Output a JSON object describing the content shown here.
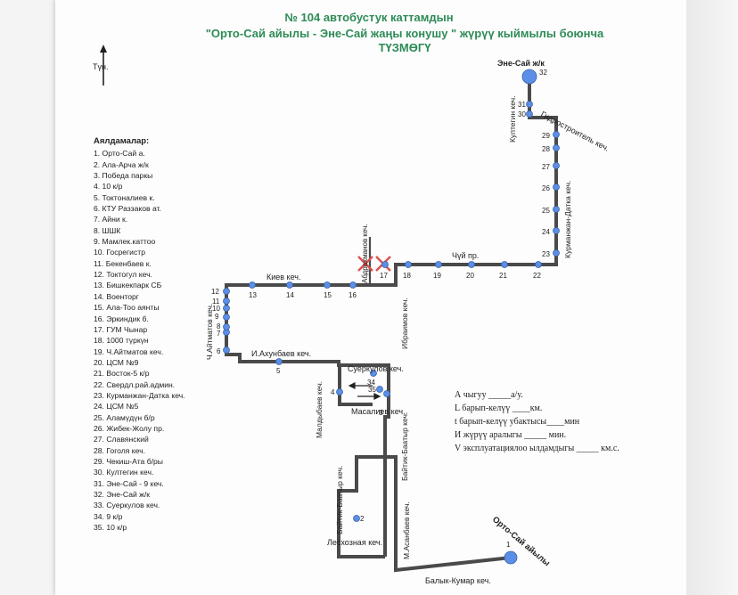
{
  "title": {
    "line1": "№ 104  автобустук каттамдын",
    "line2": "\"Орто-Сай айылы - Эне-Сай жаңы конушу \" жүрүү кыймылы боюнча",
    "line3": "ТҮЗМӨГҮ"
  },
  "north_label": "Түн.",
  "legend": {
    "title": "Аялдамалар:",
    "items": [
      "1. Орто-Сай а.",
      "2. Ала-Арча ж/к",
      "3. Победа паркы",
      "4. 10 к/р",
      "5. Токтоналиев к.",
      "6. КТУ Раззаков ат.",
      "7. Айни к.",
      "8. ШШК",
      "9. Мамлек.каттоо",
      "10. Госрегистр",
      "11. Бекенбаев к.",
      "12. Токтогул кеч.",
      "13. Бишкекпарк СБ",
      "14. Военторг",
      "15. Ала-Тоо аянты",
      "16. Эркиндик б.",
      "17. ГУМ Чынар",
      "18. 1000 түркүн",
      "19. Ч.Айтматов кеч.",
      "20. ЦСМ №9",
      "21. Восток-5 к/р",
      "22. Свердл.рай.админ.",
      "23. Курманжан-Датка кеч.",
      "24. ЦСМ №5",
      "25. Аламүдүн б/р",
      "26. Жибек-Жолу пр.",
      "27. Славянский",
      "28. Гоголя кеч.",
      "29. Чекиш-Ата б/ры",
      "30. Култегин кеч.",
      "31. Эне-Сай - 9 кеч.",
      "32. Эне-Сай ж/к",
      "33. Суеркулов кеч.",
      "34. 9 к/р",
      "35. 10 к/р"
    ]
  },
  "streets": {
    "ene_sai": "Эне-Сай ж/к",
    "kultegin": "Култегин кеч.",
    "gidrostroitel": "Гидростроитель кеч.",
    "kurmanjan": "Курманжан-Датка кеч.",
    "chui": "Чүй пр.",
    "abdrahmanov": "Абдрахманов кеч.",
    "ibraimov": "Ибраимов кеч.",
    "kiev": "Киев кеч.",
    "aitmatov": "Ч.Айтматов кеч.",
    "ahunbaev": "И.Ахунбаев кеч.",
    "suerkulov": "Суеркулов кеч.",
    "maldybaev": "Малдыбаев кеч.",
    "masaliev": "Масалиев кеч.",
    "baitik_upper": "Байтик-Баатыр кеч.",
    "baitik_lower": "Байтик-Баатыр кеч.",
    "masanbaev": "М.Асанбаев кеч.",
    "lesoznaya": "Лесхозная кеч.",
    "balyk_kumar": "Балык-Кумар кеч.",
    "orto_sai": "Орто-Сай айылы"
  },
  "stop_labels": {
    "s1": "1",
    "s2": "2",
    "s3": "3",
    "s4": "4",
    "s5": "5",
    "s6": "6",
    "s7": "7",
    "s8": "8",
    "s9": "9",
    "s10": "10",
    "s11": "11",
    "s12": "12",
    "s13": "13",
    "s14": "14",
    "s15": "15",
    "s16": "16",
    "s17": "17",
    "s18": "18",
    "s19": "19",
    "s20": "20",
    "s21": "21",
    "s22": "22",
    "s23": "23",
    "s24": "24",
    "s25": "25",
    "s26": "26",
    "s27": "27",
    "s28": "28",
    "s29": "29",
    "s30": "30",
    "s31": "31",
    "s32": "32",
    "s34": "34",
    "s35": "35"
  },
  "formulas": {
    "f1": "А чыгуу _____а/у.",
    "f2": "L барып-келүү ____км.",
    "f3": "t барып-келүү убактысы____мин",
    "f4": "И жүрүү аралыгы _____ мин.",
    "f5": "V эксплуатациялоо ылдамдыгы _____ км.с."
  },
  "colors": {
    "title": "#2e8b57",
    "route": "#4a4a4a",
    "stop": "#5b8ee6",
    "closed": "#d9534f"
  }
}
